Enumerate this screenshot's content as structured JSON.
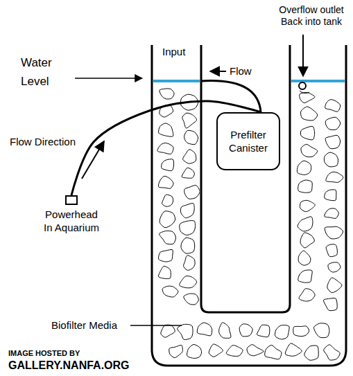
{
  "diagram": {
    "nodes": [
      {
        "text": [
          "Prefilter Canister"
        ]
      },
      {
        "text": [
          "Powerhead In Aquarium"
        ]
      }
    ],
    "edges": [
      {
        "from": 1,
        "to": 0,
        "arrow": "none"
      }
    ],
    "labels": [
      "Water Level",
      "Flow",
      "Overflow outlet Back into tank",
      "Flow Direction",
      "Input",
      "Biofilter Media",
      "IMAGE HOSTED BY",
      "GALLERY.NANFA.ORG"
    ]
  }
}
